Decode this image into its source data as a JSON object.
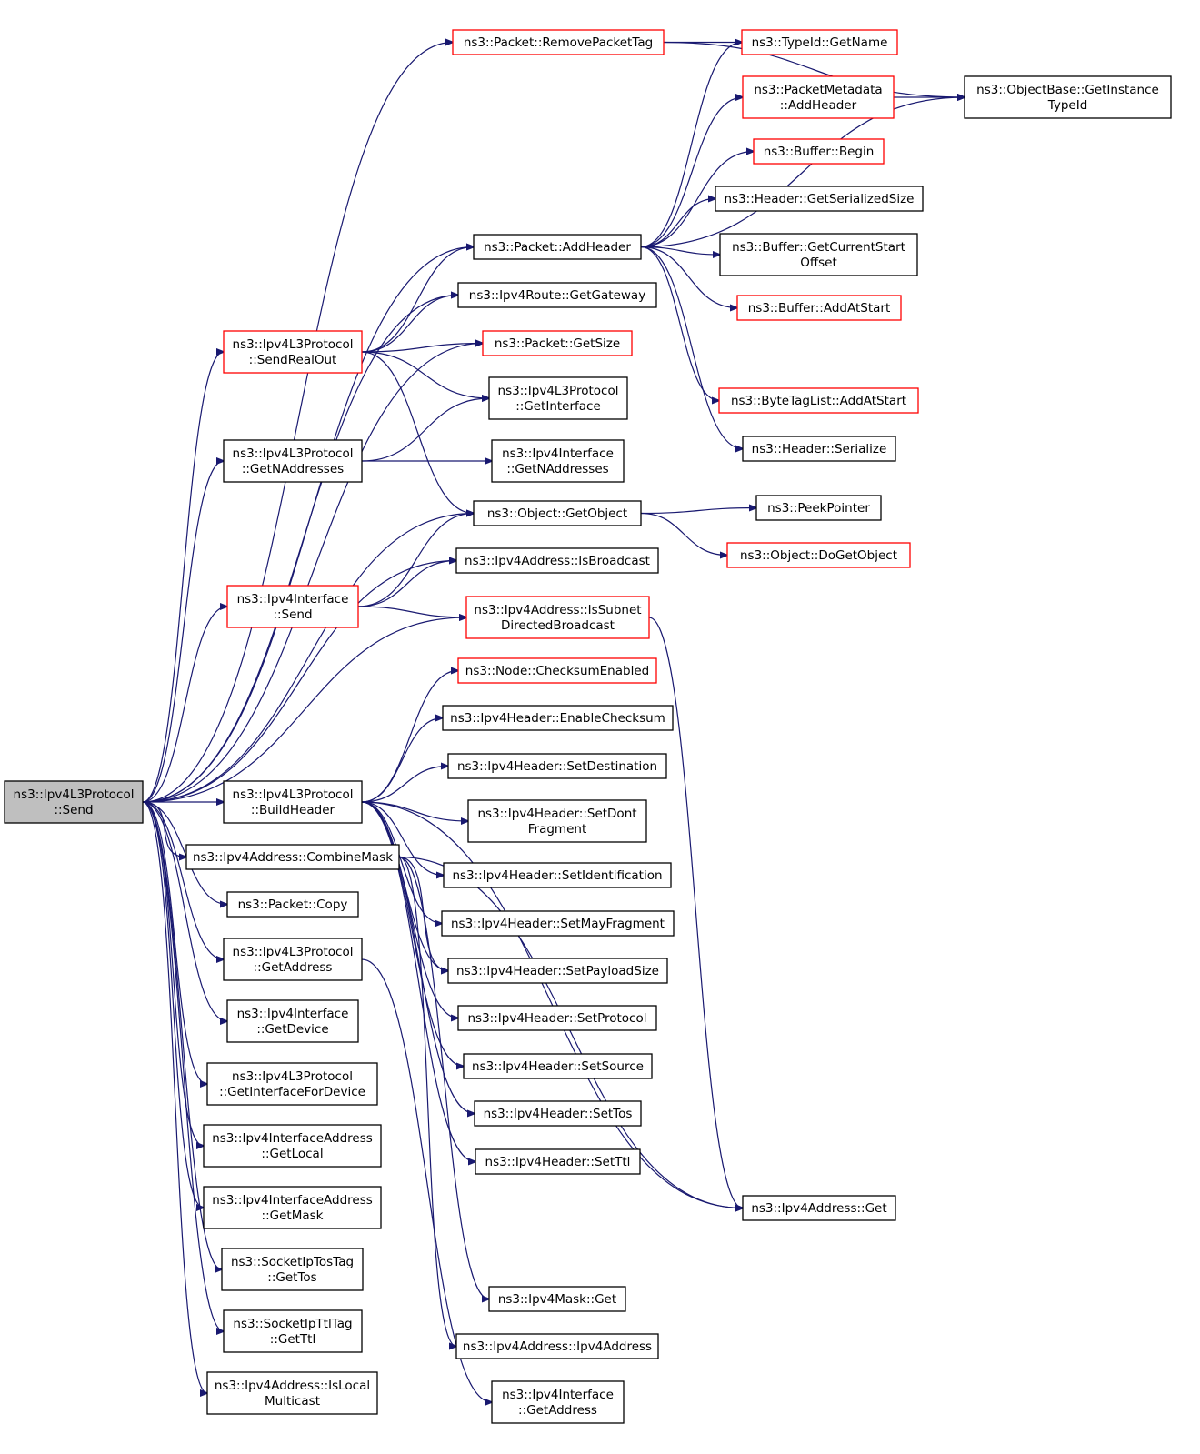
{
  "colors": {
    "edge": "#191970",
    "node_border_black": "#000000",
    "node_border_red": "#ff0000",
    "root_fill": "#bfbfbf",
    "node_fill": "#ffffff"
  },
  "nodes": [
    {
      "id": "send",
      "lines": [
        "ns3::Ipv4L3Protocol",
        "::Send"
      ],
      "border": "black",
      "highlight": true
    },
    {
      "id": "removePacketTag",
      "lines": [
        "ns3::Packet::RemovePacketTag"
      ],
      "border": "red"
    },
    {
      "id": "typeIdGetName",
      "lines": [
        "ns3::TypeId::GetName"
      ],
      "border": "red"
    },
    {
      "id": "getInstanceTypeId",
      "lines": [
        "ns3::ObjectBase::GetInstance",
        "TypeId"
      ],
      "border": "black"
    },
    {
      "id": "packetMetadataAddHeader",
      "lines": [
        "ns3::PacketMetadata",
        "::AddHeader"
      ],
      "border": "red"
    },
    {
      "id": "bufferBegin",
      "lines": [
        "ns3::Buffer::Begin"
      ],
      "border": "red"
    },
    {
      "id": "headerGetSerializedSize",
      "lines": [
        "ns3::Header::GetSerializedSize"
      ],
      "border": "black"
    },
    {
      "id": "packetAddHeader",
      "lines": [
        "ns3::Packet::AddHeader"
      ],
      "border": "black"
    },
    {
      "id": "bufferGetCurrentStartOffset",
      "lines": [
        "ns3::Buffer::GetCurrentStart",
        "Offset"
      ],
      "border": "black"
    },
    {
      "id": "routeGetGateway",
      "lines": [
        "ns3::Ipv4Route::GetGateway"
      ],
      "border": "black"
    },
    {
      "id": "bufferAddAtStart",
      "lines": [
        "ns3::Buffer::AddAtStart"
      ],
      "border": "red"
    },
    {
      "id": "sendRealOut",
      "lines": [
        "ns3::Ipv4L3Protocol",
        "::SendRealOut"
      ],
      "border": "red"
    },
    {
      "id": "packetGetSize",
      "lines": [
        "ns3::Packet::GetSize"
      ],
      "border": "red"
    },
    {
      "id": "l3GetInterface",
      "lines": [
        "ns3::Ipv4L3Protocol",
        "::GetInterface"
      ],
      "border": "black"
    },
    {
      "id": "byteTagListAddAtStart",
      "lines": [
        "ns3::ByteTagList::AddAtStart"
      ],
      "border": "red"
    },
    {
      "id": "l3GetNAddresses",
      "lines": [
        "ns3::Ipv4L3Protocol",
        "::GetNAddresses"
      ],
      "border": "black"
    },
    {
      "id": "ifaceGetNAddresses",
      "lines": [
        "ns3::Ipv4Interface",
        "::GetNAddresses"
      ],
      "border": "black"
    },
    {
      "id": "headerSerialize",
      "lines": [
        "ns3::Header::Serialize"
      ],
      "border": "black"
    },
    {
      "id": "objectGetObject",
      "lines": [
        "ns3::Object::GetObject"
      ],
      "border": "black"
    },
    {
      "id": "peekPointer",
      "lines": [
        "ns3::PeekPointer"
      ],
      "border": "black"
    },
    {
      "id": "objectDoGetObject",
      "lines": [
        "ns3::Object::DoGetObject"
      ],
      "border": "red"
    },
    {
      "id": "addrIsBroadcast",
      "lines": [
        "ns3::Ipv4Address::IsBroadcast"
      ],
      "border": "black"
    },
    {
      "id": "ifaceSend",
      "lines": [
        "ns3::Ipv4Interface",
        "::Send"
      ],
      "border": "red"
    },
    {
      "id": "addrIsSubnetDirectedBroadcast",
      "lines": [
        "ns3::Ipv4Address::IsSubnet",
        "DirectedBroadcast"
      ],
      "border": "red"
    },
    {
      "id": "nodeChecksumEnabled",
      "lines": [
        "ns3::Node::ChecksumEnabled"
      ],
      "border": "red"
    },
    {
      "id": "hdrEnableChecksum",
      "lines": [
        "ns3::Ipv4Header::EnableChecksum"
      ],
      "border": "black"
    },
    {
      "id": "hdrSetDestination",
      "lines": [
        "ns3::Ipv4Header::SetDestination"
      ],
      "border": "black"
    },
    {
      "id": "buildHeader",
      "lines": [
        "ns3::Ipv4L3Protocol",
        "::BuildHeader"
      ],
      "border": "black"
    },
    {
      "id": "hdrSetDontFragment",
      "lines": [
        "ns3::Ipv4Header::SetDont",
        "Fragment"
      ],
      "border": "black"
    },
    {
      "id": "combineMask",
      "lines": [
        "ns3::Ipv4Address::CombineMask"
      ],
      "border": "black"
    },
    {
      "id": "hdrSetIdentification",
      "lines": [
        "ns3::Ipv4Header::SetIdentification"
      ],
      "border": "black"
    },
    {
      "id": "packetCopy",
      "lines": [
        "ns3::Packet::Copy"
      ],
      "border": "black"
    },
    {
      "id": "hdrSetMayFragment",
      "lines": [
        "ns3::Ipv4Header::SetMayFragment"
      ],
      "border": "black"
    },
    {
      "id": "l3GetAddress",
      "lines": [
        "ns3::Ipv4L3Protocol",
        "::GetAddress"
      ],
      "border": "black"
    },
    {
      "id": "hdrSetPayloadSize",
      "lines": [
        "ns3::Ipv4Header::SetPayloadSize"
      ],
      "border": "black"
    },
    {
      "id": "ifaceGetDevice",
      "lines": [
        "ns3::Ipv4Interface",
        "::GetDevice"
      ],
      "border": "black"
    },
    {
      "id": "hdrSetProtocol",
      "lines": [
        "ns3::Ipv4Header::SetProtocol"
      ],
      "border": "black"
    },
    {
      "id": "hdrSetSource",
      "lines": [
        "ns3::Ipv4Header::SetSource"
      ],
      "border": "black"
    },
    {
      "id": "l3GetInterfaceForDevice",
      "lines": [
        "ns3::Ipv4L3Protocol",
        "::GetInterfaceForDevice"
      ],
      "border": "black"
    },
    {
      "id": "hdrSetTos",
      "lines": [
        "ns3::Ipv4Header::SetTos"
      ],
      "border": "black"
    },
    {
      "id": "ifAddrGetLocal",
      "lines": [
        "ns3::Ipv4InterfaceAddress",
        "::GetLocal"
      ],
      "border": "black"
    },
    {
      "id": "hdrSetTtl",
      "lines": [
        "ns3::Ipv4Header::SetTtl"
      ],
      "border": "black"
    },
    {
      "id": "ifAddrGetMask",
      "lines": [
        "ns3::Ipv4InterfaceAddress",
        "::GetMask"
      ],
      "border": "black"
    },
    {
      "id": "addrGet",
      "lines": [
        "ns3::Ipv4Address::Get"
      ],
      "border": "black"
    },
    {
      "id": "tosTagGetTos",
      "lines": [
        "ns3::SocketIpTosTag",
        "::GetTos"
      ],
      "border": "black"
    },
    {
      "id": "maskGet",
      "lines": [
        "ns3::Ipv4Mask::Get"
      ],
      "border": "black"
    },
    {
      "id": "ttlTagGetTtl",
      "lines": [
        "ns3::SocketIpTtlTag",
        "::GetTtl"
      ],
      "border": "black"
    },
    {
      "id": "addrCtor",
      "lines": [
        "ns3::Ipv4Address::Ipv4Address"
      ],
      "border": "black"
    },
    {
      "id": "isLocalMulticast",
      "lines": [
        "ns3::Ipv4Address::IsLocal",
        "Multicast"
      ],
      "border": "black"
    },
    {
      "id": "ifaceGetAddress",
      "lines": [
        "ns3::Ipv4Interface",
        "::GetAddress"
      ],
      "border": "black"
    }
  ],
  "edges": [
    [
      "send",
      "removePacketTag"
    ],
    [
      "send",
      "packetAddHeader"
    ],
    [
      "send",
      "routeGetGateway"
    ],
    [
      "send",
      "sendRealOut"
    ],
    [
      "send",
      "packetGetSize"
    ],
    [
      "send",
      "l3GetNAddresses"
    ],
    [
      "send",
      "objectGetObject"
    ],
    [
      "send",
      "ifaceSend"
    ],
    [
      "send",
      "addrIsBroadcast"
    ],
    [
      "send",
      "addrIsSubnetDirectedBroadcast"
    ],
    [
      "send",
      "buildHeader"
    ],
    [
      "send",
      "combineMask"
    ],
    [
      "send",
      "packetCopy"
    ],
    [
      "send",
      "l3GetAddress"
    ],
    [
      "send",
      "ifaceGetDevice"
    ],
    [
      "send",
      "l3GetInterfaceForDevice"
    ],
    [
      "send",
      "ifAddrGetLocal"
    ],
    [
      "send",
      "ifAddrGetMask"
    ],
    [
      "send",
      "tosTagGetTos"
    ],
    [
      "send",
      "ttlTagGetTtl"
    ],
    [
      "send",
      "isLocalMulticast"
    ],
    [
      "removePacketTag",
      "typeIdGetName"
    ],
    [
      "removePacketTag",
      "getInstanceTypeId"
    ],
    [
      "packetMetadataAddHeader",
      "getInstanceTypeId"
    ],
    [
      "packetAddHeader",
      "typeIdGetName"
    ],
    [
      "packetAddHeader",
      "packetMetadataAddHeader"
    ],
    [
      "packetAddHeader",
      "bufferBegin"
    ],
    [
      "packetAddHeader",
      "headerGetSerializedSize"
    ],
    [
      "packetAddHeader",
      "bufferGetCurrentStartOffset"
    ],
    [
      "packetAddHeader",
      "bufferAddAtStart"
    ],
    [
      "packetAddHeader",
      "getInstanceTypeId"
    ],
    [
      "packetAddHeader",
      "byteTagListAddAtStart"
    ],
    [
      "packetAddHeader",
      "headerSerialize"
    ],
    [
      "sendRealOut",
      "packetAddHeader"
    ],
    [
      "sendRealOut",
      "routeGetGateway"
    ],
    [
      "sendRealOut",
      "packetGetSize"
    ],
    [
      "sendRealOut",
      "l3GetInterface"
    ],
    [
      "sendRealOut",
      "objectGetObject"
    ],
    [
      "l3GetNAddresses",
      "l3GetInterface"
    ],
    [
      "l3GetNAddresses",
      "ifaceGetNAddresses"
    ],
    [
      "objectGetObject",
      "peekPointer"
    ],
    [
      "objectGetObject",
      "objectDoGetObject"
    ],
    [
      "ifaceSend",
      "objectGetObject"
    ],
    [
      "ifaceSend",
      "addrIsBroadcast"
    ],
    [
      "ifaceSend",
      "addrIsSubnetDirectedBroadcast"
    ],
    [
      "addrIsSubnetDirectedBroadcast",
      "addrGet"
    ],
    [
      "buildHeader",
      "nodeChecksumEnabled"
    ],
    [
      "buildHeader",
      "hdrEnableChecksum"
    ],
    [
      "buildHeader",
      "hdrSetDestination"
    ],
    [
      "buildHeader",
      "hdrSetDontFragment"
    ],
    [
      "buildHeader",
      "hdrSetIdentification"
    ],
    [
      "buildHeader",
      "hdrSetMayFragment"
    ],
    [
      "buildHeader",
      "hdrSetPayloadSize"
    ],
    [
      "buildHeader",
      "hdrSetProtocol"
    ],
    [
      "buildHeader",
      "hdrSetSource"
    ],
    [
      "buildHeader",
      "hdrSetTos"
    ],
    [
      "buildHeader",
      "hdrSetTtl"
    ],
    [
      "buildHeader",
      "addrGet"
    ],
    [
      "combineMask",
      "hdrSetPayloadSize"
    ],
    [
      "combineMask",
      "addrGet"
    ],
    [
      "combineMask",
      "maskGet"
    ],
    [
      "combineMask",
      "addrCtor"
    ],
    [
      "l3GetAddress",
      "ifaceGetAddress"
    ]
  ]
}
